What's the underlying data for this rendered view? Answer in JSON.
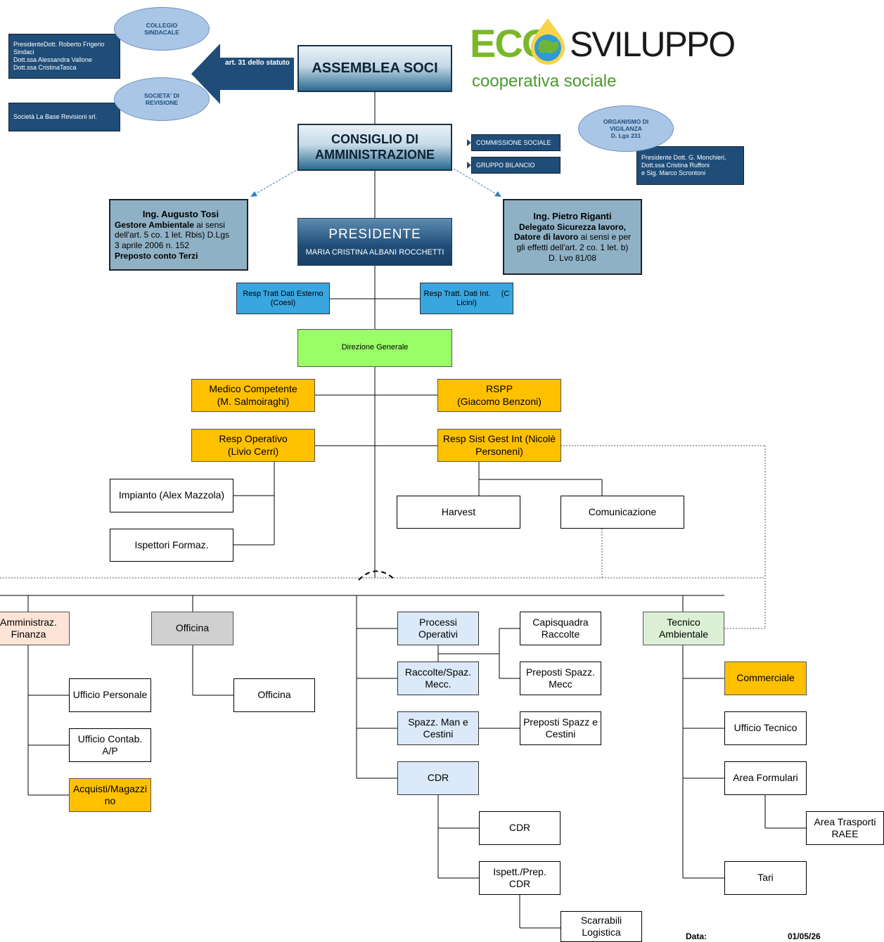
{
  "logo": {
    "eco_text": "ECO",
    "sviluppo_text": "SVILUPPO",
    "tagline": "cooperativa sociale"
  },
  "governance": {
    "assemblea": "ASSEMBLEA SOCI",
    "arrow_label": "art. 31 dello statuto",
    "consiglio_line1": "CONSIGLIO DI",
    "consiglio_line2": "AMMINISTRAZIONE",
    "collegio": {
      "title_line1": "COLLEGIO",
      "title_line2": "SINDACALE",
      "lines": [
        "PresidenteDott. Roberto Frigerio",
        "Sindaci",
        "Dott.ssa Alessandra Vallone",
        "Dott.ssa CristinaTasca"
      ]
    },
    "revisione": {
      "title_line1": "SOCIETA' DI",
      "title_line2": "REVISIONE",
      "lines": [
        "Società La Base Revisioni srl."
      ]
    },
    "commissione_sociale": "COMMISSIONE SOCIALE",
    "gruppo_bilancio": "GRUPPO BILANCIO",
    "organismo": {
      "title_line1": "ORGANISMO DI",
      "title_line2": "VIGILANZA",
      "title_line3": "D. Lgs 231",
      "lines": [
        "Presidente Dott. G. Monchieri,",
        "Dott.ssa Cristina Ruffoni",
        "e Sig. Marco Scrontoni"
      ]
    },
    "tosi": {
      "name": "Ing. Augusto Tosi",
      "role_bold": "Gestore Ambientale",
      "role_rest": " ai sensi",
      "line3": "dell'art. 5 co. 1 let. Rbis) D.Lgs",
      "line4": "3 aprile 2006 n. 152",
      "line5": "Preposto conto Terzi"
    },
    "riganti": {
      "name": "Ing. Pietro Riganti",
      "line2": "Delegato Sicurezza lavoro,",
      "line3_bold": "Datore di lavoro",
      "line3_rest": " ai sensi e per",
      "line4": "gli effetti dell'art. 2 co. 1 let. b)",
      "line5": "D. Lvo 81/08"
    },
    "presidente_title": "PRESIDENTE",
    "presidente_name": "MARIA CRISTINA ALBANI ROCCHETTI"
  },
  "resp_dati_esterno_line1": "Resp Tratt Dati Esterno",
  "resp_dati_esterno_line2": "(Coesi)",
  "resp_dati_int_line1": "Resp Tratt. Dati Int.     (C",
  "resp_dati_int_line2": "Licini)",
  "direzione": "Direzione Generale",
  "medico_line1": "Medico Competente",
  "medico_line2": "(M. Salmoiraghi)",
  "rspp_line1": "RSPP",
  "rspp_line2": "(Giacomo Benzoni)",
  "resp_operativo_line1": "Resp Operativo",
  "resp_operativo_line2": "(Livio Cerri)",
  "resp_sist_line1": "Resp Sist Gest Int (Nicolè",
  "resp_sist_line2": "Personeni)",
  "impianto": "Impianto (Alex Mazzola)",
  "ispettori": "Ispettori Formaz.",
  "harvest": "Harvest",
  "comunicazione": "Comunicazione",
  "amministraz_line1": "Amministraz.",
  "amministraz_line2": "Finanza",
  "ufficio_personale": "Ufficio Personale",
  "ufficio_contab_line1": "Ufficio Contab.",
  "ufficio_contab_line2": "A/P",
  "acquisti_line1": "Acquisti/Magazzi",
  "acquisti_line2": "no",
  "officina_head": "Officina",
  "officina_sub": "Officina",
  "processi_line1": "Processi",
  "processi_line2": "Operativi",
  "raccolte_line1": "Raccolte/Spaz.",
  "raccolte_line2": "Mecc.",
  "spazz_man_line1": "Spazz. Man e",
  "spazz_man_line2": "Cestini",
  "cdr_head": "CDR",
  "capisquadra_line1": "Capisquadra",
  "capisquadra_line2": "Raccolte",
  "preposti_mecc_line1": "Preposti Spazz.",
  "preposti_mecc_line2": "Mecc",
  "preposti_cestini_line1": "Preposti Spazz e",
  "preposti_cestini_line2": "Cestini",
  "cdr_sub": "CDR",
  "ispett_cdr_line1": "Ispett./Prep.",
  "ispett_cdr_line2": "CDR",
  "scarrabili_line1": "Scarrabili",
  "scarrabili_line2": "Logistica",
  "tecnico_line1": "Tecnico",
  "tecnico_line2": "Ambientale",
  "commerciale": "Commerciale",
  "ufficio_tecnico": "Ufficio Tecnico",
  "area_formulari": "Area Formulari",
  "area_trasporti_line1": "Area Trasporti",
  "area_trasporti_line2": "RAEE",
  "tari": "Tari",
  "footer": {
    "date_label": "Data:",
    "date_value": "01/05/26"
  },
  "colors": {
    "orange": "#ffc000",
    "light_blue": "#dbe9f8",
    "green": "#99ff66",
    "gray": "#d0d0d0",
    "peach": "#fde4d6",
    "mint": "#dcf0d6",
    "bright_blue": "#3aa6e0",
    "navy": "#1f4d78"
  }
}
